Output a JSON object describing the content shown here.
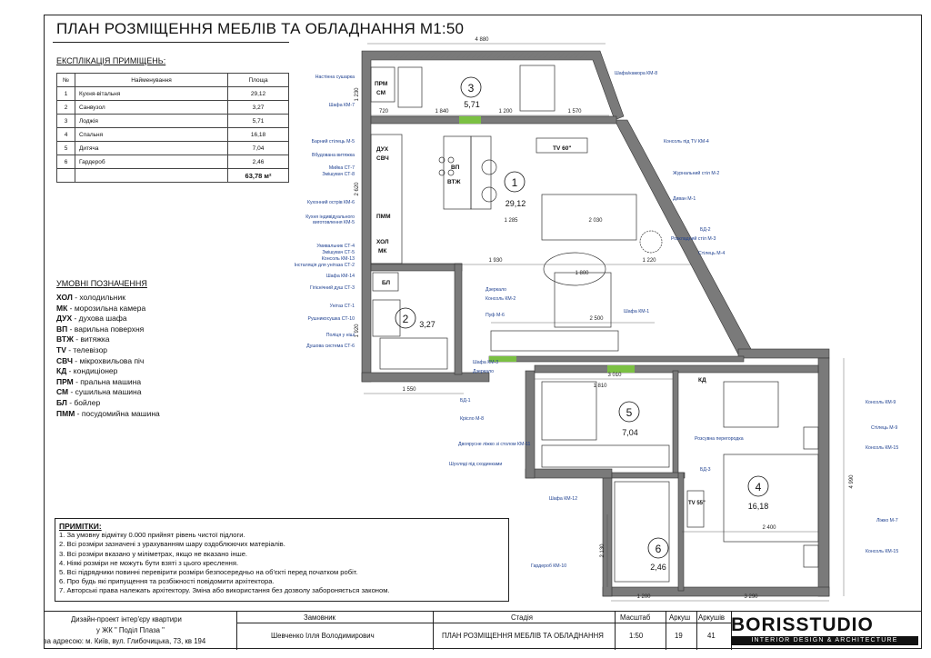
{
  "sheet": {
    "title": "ПЛАН РОЗМІЩЕННЯ МЕБЛІВ ТА ОБЛАДНАННЯ М1:50"
  },
  "explication": {
    "title": "ЕКСПЛІКАЦІЯ ПРИМІЩЕНЬ:",
    "headers": [
      "№",
      "Найменування",
      "Площа"
    ],
    "rows": [
      [
        "1",
        "Кухня-вітальня",
        "29,12"
      ],
      [
        "2",
        "Санвузол",
        "3,27"
      ],
      [
        "3",
        "Лоджія",
        "5,71"
      ],
      [
        "4",
        "Спальня",
        "16,18"
      ],
      [
        "5",
        "Дитяча",
        "7,04"
      ],
      [
        "6",
        "Гардероб",
        "2,46"
      ]
    ],
    "total": "63,78 м²"
  },
  "legend": {
    "title": "УМОВНІ ПОЗНАЧЕННЯ",
    "items": [
      [
        "ХОЛ",
        " - холодильник"
      ],
      [
        "МК",
        " - морозильна камера"
      ],
      [
        "ДУХ",
        " - духова шафа"
      ],
      [
        "ВП",
        " - варильна поверхня"
      ],
      [
        "ВТЖ",
        " - витяжка"
      ],
      [
        "TV",
        " - телевізор"
      ],
      [
        "СВЧ",
        " - мікрохвильова піч"
      ],
      [
        "КД",
        " - кондиціонер"
      ],
      [
        "ПРМ",
        " - пральна машина"
      ],
      [
        "СМ",
        " - сушильна машина"
      ],
      [
        "БЛ",
        " - бойлер"
      ],
      [
        "ПММ",
        " - посудомийна машина"
      ]
    ]
  },
  "notes": {
    "title": "ПРИМІТКИ:",
    "items": [
      "1. За умовну відмітку 0.000 прийнят рівень чистої підлоги.",
      "2. Всі розміри зазначені з урахуванням шару оздоблюючих матеріалів.",
      "3. Всі розміри вказано у міліметрах, якщо не вказано інше.",
      "4. Ніякі розміри не можуть бути взяті з цього креслення.",
      "5. Всі підрядники повинні перевірити розміри безпосередньо на об'єкті перед початком робіт.",
      "6. Про будь які припущення та розбіжності повідомити архітектора.",
      "7. Авторські права належать архітектору. Зміна або використання без дозволу забороняється законом."
    ]
  },
  "plan": {
    "rooms": [
      {
        "no": "1",
        "area": "29,12"
      },
      {
        "no": "2",
        "area": "3,27"
      },
      {
        "no": "3",
        "area": "5,71"
      },
      {
        "no": "4",
        "area": "16,18"
      },
      {
        "no": "5",
        "area": "7,04"
      },
      {
        "no": "6",
        "area": "2,46"
      }
    ],
    "dims": {
      "top": "4 880",
      "d720": "720",
      "d1840": "1 840",
      "d1200a": "1 200",
      "d1570": "1 570",
      "d1930": "1 930",
      "d1800": "1 800",
      "d1220": "1 220",
      "d2500": "2 500",
      "d3010": "3 010",
      "d1810": "1 810",
      "d1550": "1 550",
      "d1200b": "1 200",
      "d3290": "3 290",
      "d2400": "2 400",
      "d2030": "2 030",
      "d1285": "1 285",
      "d4990": "4 990",
      "d2130": "2 130",
      "d1920": "1 920",
      "d2620": "2 620",
      "d1230": "1 230"
    },
    "equip": {
      "prm": "ПРМ",
      "sm": "СМ",
      "dukh": "ДУХ",
      "svch": "СВЧ",
      "vp": "ВП",
      "vtzh": "ВТЖ",
      "pmm": "ПММ",
      "khol": "ХОЛ",
      "mk": "МК",
      "bl": "БЛ",
      "kd": "КД",
      "tv60": "TV 60\"",
      "tv55": "TV 55\""
    },
    "labels_left": [
      "Настінна сушарка",
      "Шафа КМ-7",
      "Барний стілець М-5",
      "Вбудована витяжка",
      "Мийка СТ-7",
      "Змішувач СТ-8",
      "Кухонний острів КМ-6",
      "Кухня індивідуального",
      "виготовлення КМ-5",
      "Умивальник СТ-4",
      "Змішувач СТ-5",
      "Консоль КМ-13",
      "Інсталяція для унітаза СТ-2",
      "Шафа КМ-14",
      "Гігієнічний душ СТ-3",
      "Унітаз СТ-1",
      "Рушникосушка СТ-10",
      "Поліця у ніші",
      "Душова система СТ-6"
    ],
    "labels_mid": [
      "Дзеркало",
      "Консоль КМ-2",
      "Пуф М-6",
      "Шафа КМ-1",
      "Шафа КМ-3",
      "Дзеркало",
      "БД-1",
      "Крісло М-8",
      "Двоярусне ліжко зі столом КМ-11",
      "Шухляді під сходинками",
      "Шафа КМ-12",
      "Гардероб КМ-10"
    ],
    "labels_right": [
      "Шафа/камора КМ-8",
      "Консоль під TV КМ-4",
      "Журнальний стіл М-2",
      "Диван М-1",
      "БД-2",
      "Розкладний стіл М-3",
      "Стілець М-4",
      "Консоль КМ-9",
      "Стілець М-9",
      "Розсувна перегородка",
      "Консоль КМ-15",
      "БД-3",
      "Ліжко М-7",
      "Консоль КМ-15"
    ]
  },
  "title_block": {
    "desc1": "Дизайн-проект інтер'єру квартири",
    "desc2": "у ЖК \" Поділ Плаза \"",
    "desc3": "за адресою: м. Київ, вул. Глибочицька, 73, кв 194",
    "h_client": "Замовник",
    "h_stage": "Стадія",
    "h_scale": "Масштаб",
    "h_sheet": "Аркуш",
    "h_sheets": "Аркушів",
    "client": "Шевченко Ілля Володимирович",
    "stage": "ПЛАН РОЗМІЩЕННЯ МЕБЛІВ ТА ОБЛАДНАННЯ",
    "scale": "1:50",
    "sheet": "19",
    "sheets": "41"
  },
  "logo": {
    "name": "BORISSTUDIO",
    "tagline": "INTERIOR DESIGN & ARCHITECTURE"
  }
}
